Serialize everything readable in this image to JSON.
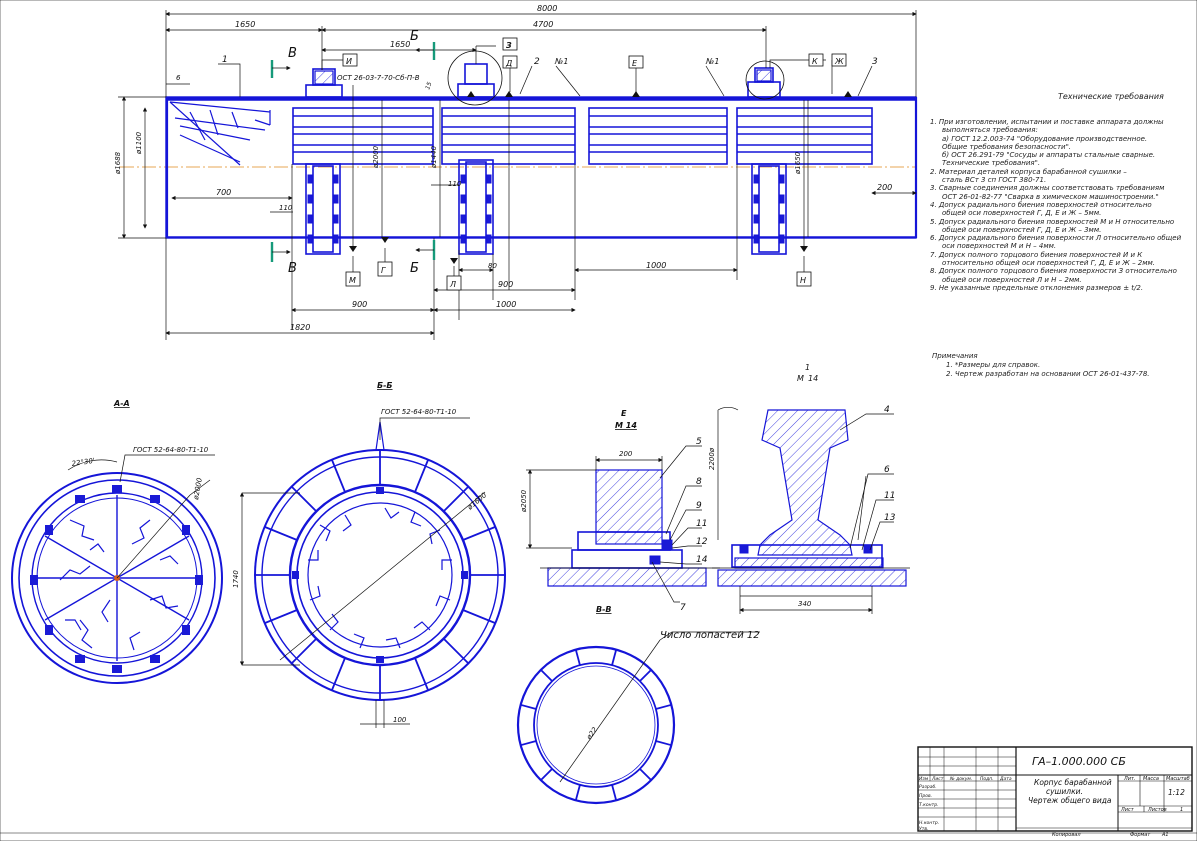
{
  "dimensions": {
    "total_length": "8000",
    "d_1650_top": "1650",
    "d_4700": "4700",
    "d_1650_mid": "1650",
    "d_6": "6",
    "d_700": "700",
    "d_110_left": "110",
    "d_110_mid": "110",
    "d_80": "80",
    "d_900_a": "900",
    "d_900_b": "900",
    "d_1000_a": "1000",
    "d_1000_b": "1000",
    "d_1820": "1820",
    "d_200_right": "200",
    "dia_1688": "ø1688",
    "dia_1100": "ø1100",
    "dia_2000": "ø2000",
    "dia_1440": "ø1440",
    "dia_1650": "ø1650",
    "d_15": "15",
    "angle_22": "22°30'",
    "dia_2000_a": "ø2000",
    "dia_1600_b": "ø1600",
    "d_1740": "1740",
    "d_100": "100",
    "d_200_e": "200",
    "dia_2050_e": "ø2050",
    "d_340": "340",
    "d_2200": "2200ø",
    "dia_22": "ø22"
  },
  "leaders": {
    "n1": "1",
    "n2": "2",
    "n3": "3",
    "n1_no": "№1",
    "n1_no_b": "№1",
    "n4": "4",
    "n5": "5",
    "n6": "6",
    "n7": "7",
    "n8": "8",
    "n9": "9",
    "n11a": "11",
    "n11b": "11",
    "n12": "12",
    "n13": "13",
    "n14": "14",
    "gost_top": "ОСТ 26-03-7-70-Сб-П-В",
    "gost_aa": "ГОСТ 52-64-80-Т1-10",
    "gost_bb": "ГОСТ 52-64-80-Т1-10",
    "blade_count": "Число лопастей 12"
  },
  "markers": {
    "I": "И",
    "K": "К",
    "Zh": "Ж",
    "E": "Е",
    "Z": "З",
    "D": "Д",
    "M": "М",
    "G": "Г",
    "L": "Л",
    "N": "Н"
  },
  "cut_marks": {
    "V_top": "В",
    "V_bot": "В",
    "B_top": "Б",
    "B_bot": "Б"
  },
  "view_labels": {
    "aa": "А-А",
    "bb": "Б-Б",
    "vv": "В-В",
    "e": "Е",
    "e_scale": "М 14",
    "one": "1",
    "one_scale": "М"
  },
  "requirements": {
    "title": "Технические требования",
    "items": [
      "1. При изготовлении, испытании и поставке аппарата должны",
      "выполняться требования:",
      "а) ГОСТ 12.2.003-74 \"Оборудование производственное.",
      "Общие требования безопасности\".",
      "б) ОСТ 26.291-79 \"Сосуды и аппараты стальные сварные.",
      "Технические требования\".",
      "2. Материал деталей корпуса барабанной сушилки –",
      "сталь ВСт 3 сп ГОСТ 380-71.",
      "3. Сварные соединения должны соответствовать требованиям",
      "ОСТ 26-01-82-77 \"Сварка в химическом машиностроении.\"",
      "4. Допуск радиального биения поверхностей относительно",
      "общей оси поверхностей Г, Д, Е и Ж – 5мм.",
      "5. Допуск радиального биения поверхностей М и Н относительно",
      "общей оси поверхностей Г, Д, Е и Ж – 3мм.",
      "6. Допуск радиального биения поверхности Л относительно общей",
      "оси поверхностей М и Н – 4мм.",
      "7. Допуск полного торцового биения поверхностей И и К",
      "относительно общей оси поверхностей Г, Д, Е и Ж – 2мм.",
      "8. Допуск полного торцового биения поверхности З относительно",
      "общей оси поверхностей Л и Н – 2мм.",
      "9. Не указанные предельные отклонения размеров ± t/2."
    ]
  },
  "notes": {
    "title": "Примечания",
    "items": [
      "1. *Размеры для справок.",
      "2. Чертеж разработан на основании ОСТ 26-01-437-78."
    ]
  },
  "title_block": {
    "code": "ГА–1.000.000 СБ",
    "name_line1": "Корпус барабанной",
    "name_line2": "сушилки.",
    "name_line3": "Чертеж общего вида",
    "scale": "1:12",
    "col_lit": "Лит.",
    "col_mass": "Масса",
    "col_scale": "Масштаб",
    "sheet": "Лист",
    "sheets": "Листов",
    "sheets_count": "1",
    "copied": "Копировал",
    "format": "Формат",
    "format_val": "А1",
    "izm": "Изм",
    "list": "Лист",
    "ndoc": "№ докум.",
    "podp": "Подп.",
    "date": "Дата",
    "razrab": "Разраб.",
    "prov": "Пров.",
    "tkontr": "Т.контр.",
    "nkontr": "Н.контр.",
    "utv": "Утв."
  },
  "colors": {
    "drawing": "#1515d8",
    "axis": "#e08a1e",
    "cut_marker": "#169a7a",
    "dimension": "#111111"
  }
}
